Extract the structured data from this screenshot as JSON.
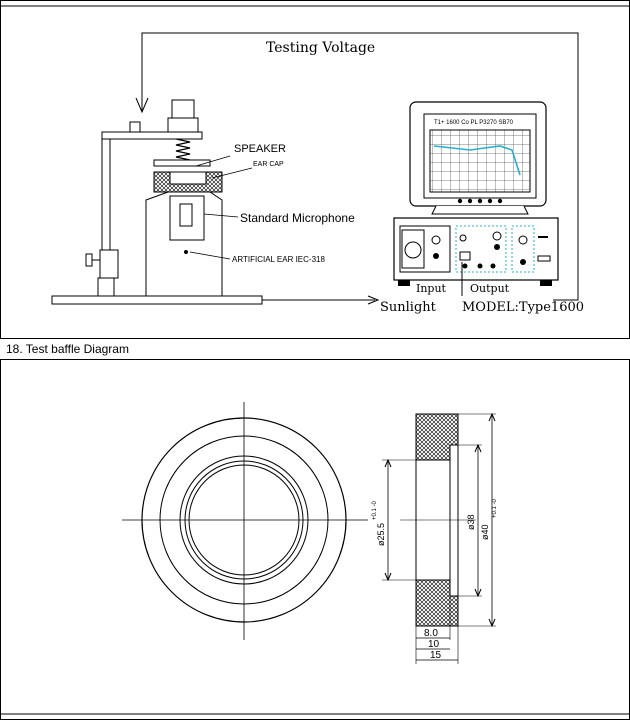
{
  "setup": {
    "testing_voltage": "Testing Voltage",
    "speaker": "SPEAKER",
    "ear_cap": "EAR CAP",
    "standard_microphone": "Standard Microphone",
    "artificial_ear": "ARTIFICIAL EAR IEC-318",
    "input": "Input",
    "output": "Output",
    "brand": "Sunlight",
    "model": "MODEL:Type1600"
  },
  "section": {
    "title": "18. Test baffle Diagram"
  },
  "baffle": {
    "dim_inner": "ø25.5",
    "dim_inner_tol": "+0.1 -0",
    "dim_mid": "ø38",
    "dim_outer": "ø40",
    "dim_outer_tol": "+0.1 -0",
    "dim_8": "8.0",
    "dim_10": "10",
    "dim_15": "15"
  }
}
